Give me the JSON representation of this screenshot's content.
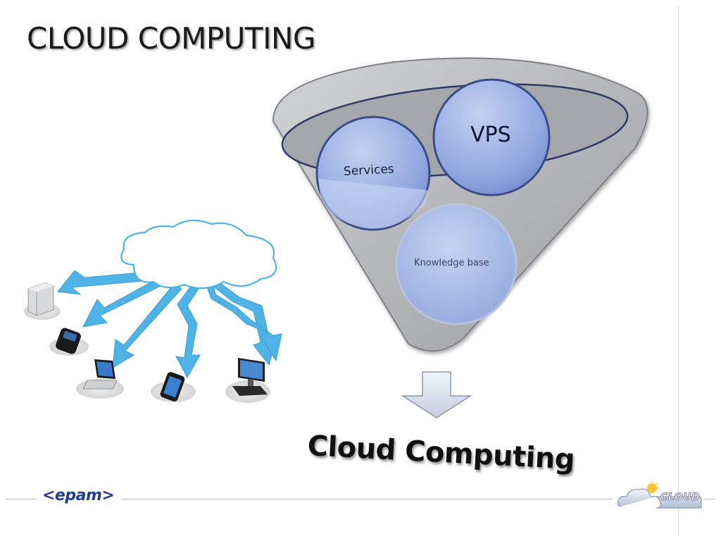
{
  "slide": {
    "title": "CLOUD COMPUTING"
  },
  "funnel": {
    "circles": [
      {
        "label": "Services"
      },
      {
        "label": "VPS"
      },
      {
        "label": "Knowledge base"
      }
    ],
    "caption": "Cloud Computing"
  },
  "network_icons": [
    "server-icon",
    "smartphone-icon",
    "laptop-icon",
    "tablet-phone-icon",
    "desktop-computer-icon"
  ],
  "footer": {
    "left_logo": "<epam>",
    "right_logo": "CLOUD"
  },
  "colors": {
    "funnel_gray": "#b4b6b9",
    "circle_blue": "#8ea6df",
    "arrow_blue": "#4fb3e6",
    "logo_blue": "#1d3f8f"
  }
}
